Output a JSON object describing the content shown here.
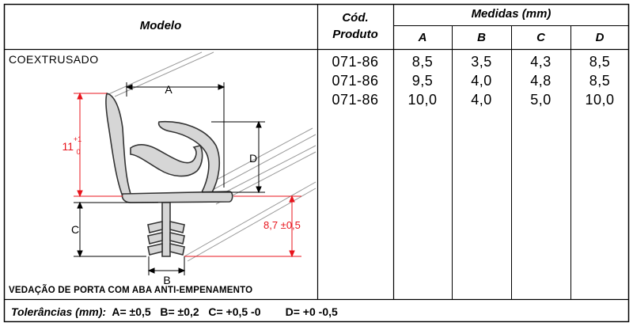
{
  "header": {
    "modelo": "Modelo",
    "cod_line1": "Cód.",
    "cod_line2": "Produto",
    "medidas": "Medidas (mm)",
    "columns": [
      "A",
      "B",
      "C",
      "D"
    ]
  },
  "model": {
    "name": "COEXTRUSADO",
    "caption": "VEDAÇÃO DE PORTA COM ABA ANTI-EMPENAMENTO",
    "dims": {
      "a": "A",
      "b": "B",
      "c": "C",
      "d": "D",
      "height_base": "11",
      "height_plus": "+1",
      "height_minus": "0",
      "h2": "8,7 ±0,5"
    }
  },
  "rows": [
    {
      "code": "071-86",
      "a": "8,5",
      "b": "3,5",
      "c": "4,3",
      "d": "8,5"
    },
    {
      "code": "071-86",
      "a": "9,5",
      "b": "4,0",
      "c": "4,8",
      "d": "8,5"
    },
    {
      "code": "071-86",
      "a": "10,0",
      "b": "4,0",
      "c": "5,0",
      "d": "10,0"
    }
  ],
  "tolerances": {
    "label": "Tolerâncias (mm):",
    "a": "A= ±0,5",
    "b": "B= ±0,2",
    "c": "C= +0,5 -0",
    "d": "D= +0 -0,5"
  },
  "colors": {
    "border": "#000000",
    "dimension_red": "#e8141c",
    "drawing_gray": "#cfcfcf"
  }
}
